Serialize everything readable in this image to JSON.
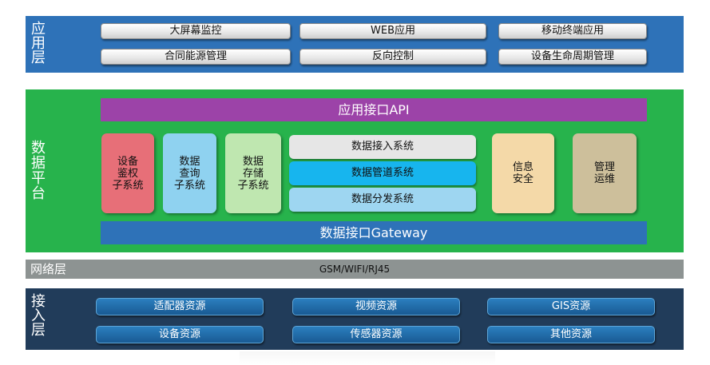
{
  "app_layer": {
    "label": [
      "应",
      "用",
      "层"
    ],
    "items": [
      "大屏幕监控",
      "WEB应用",
      "移动终端应用",
      "合同能源管理",
      "反向控制",
      "设备生命周期管理"
    ]
  },
  "data_platform": {
    "label": [
      "数",
      "据",
      "平",
      "台"
    ],
    "api_bar": "应用接口API",
    "gateway_bar": "数据接口Gateway",
    "subsystems": [
      {
        "lines": [
          "设备",
          "鉴权",
          "子系统"
        ],
        "color": "#e76f78"
      },
      {
        "lines": [
          "数据",
          "查询",
          "子系统"
        ],
        "color": "#8fd2f0"
      },
      {
        "lines": [
          "数据",
          "存储",
          "子系统"
        ],
        "color": "#bfe7b0"
      }
    ],
    "pipeline": [
      {
        "label": "数据接入系统",
        "color": "#e6e6e6"
      },
      {
        "label": "数据管道系统",
        "color": "#17b5ee"
      },
      {
        "label": "数据分发系统",
        "color": "#9ed6f1"
      }
    ],
    "right_boxes": [
      {
        "lines": [
          "信息",
          "安全"
        ],
        "color": "#f4d9a8"
      },
      {
        "lines": [
          "管理",
          "运维"
        ],
        "color": "#cdbf9b"
      }
    ]
  },
  "network_layer": {
    "label": "网络层",
    "protocols": "GSM/WIFI/RJ45"
  },
  "access_layer": {
    "label": [
      "接",
      "入",
      "层"
    ],
    "items": [
      "适配器资源",
      "视频资源",
      "GIS资源",
      "设备资源",
      "传感器资源",
      "其他资源"
    ]
  }
}
